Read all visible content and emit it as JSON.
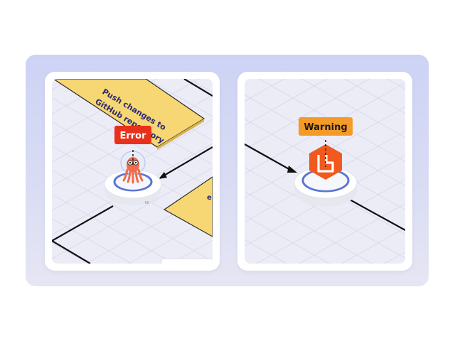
{
  "cards": [
    {
      "badge": "Error",
      "badge_color": "#e8311c",
      "node_icon": "octopus-mascot-icon",
      "step_line1": "Push changes to",
      "step_line2": "GitHub repository",
      "step_fill": "#f7d774"
    },
    {
      "badge": "Warning",
      "badge_color": "#f49a27",
      "node_icon": "hexagon-logo-icon",
      "icon_color": "#f05a1f"
    }
  ],
  "colors": {
    "stage_bg": "#d3d8f4",
    "grid_bg": "#ececf7",
    "grid_line": "#d6d8e8",
    "connector": "#111111",
    "ring": "#5b74d6"
  }
}
